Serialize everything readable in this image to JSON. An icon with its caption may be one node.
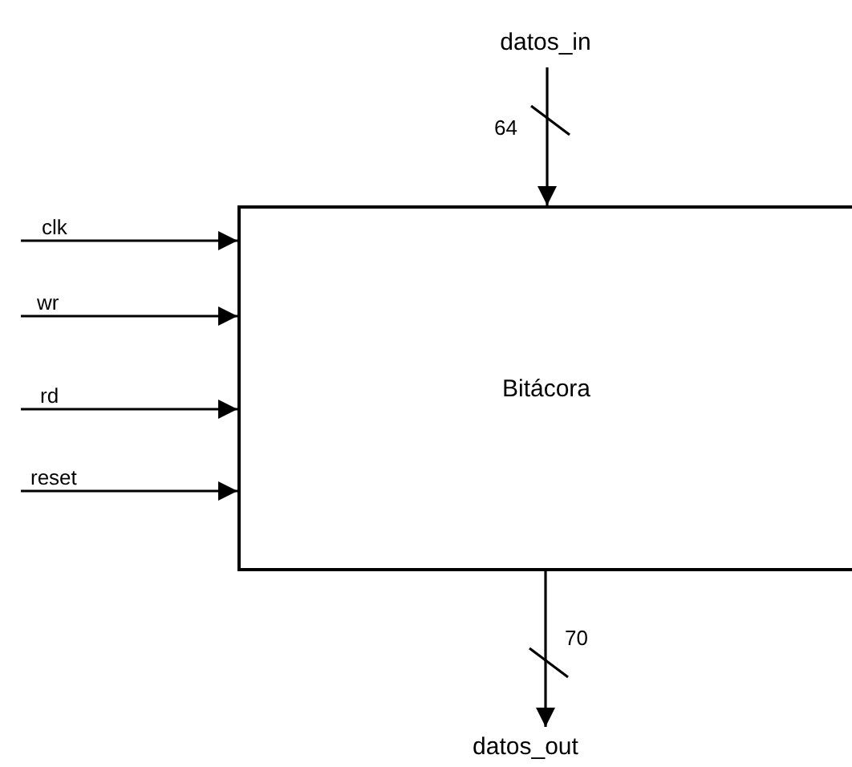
{
  "diagram": {
    "nodes": [
      {
        "text": [
          "Bitácora"
        ]
      },
      {
        "text": [
          "datos_in"
        ]
      },
      {
        "text": [
          "datos_out"
        ]
      }
    ],
    "edges": [
      {
        "from": null,
        "to": 0,
        "arrow": "to",
        "label": "clk"
      },
      {
        "from": null,
        "to": 0,
        "arrow": "to",
        "label": "wr"
      },
      {
        "from": null,
        "to": 0,
        "arrow": "to",
        "label": "rd"
      },
      {
        "from": null,
        "to": 0,
        "arrow": "to",
        "label": "reset"
      },
      {
        "from": 1,
        "to": 0,
        "arrow": "to",
        "label": "64"
      },
      {
        "from": 0,
        "to": 2,
        "arrow": "to",
        "label": "70"
      }
    ]
  }
}
